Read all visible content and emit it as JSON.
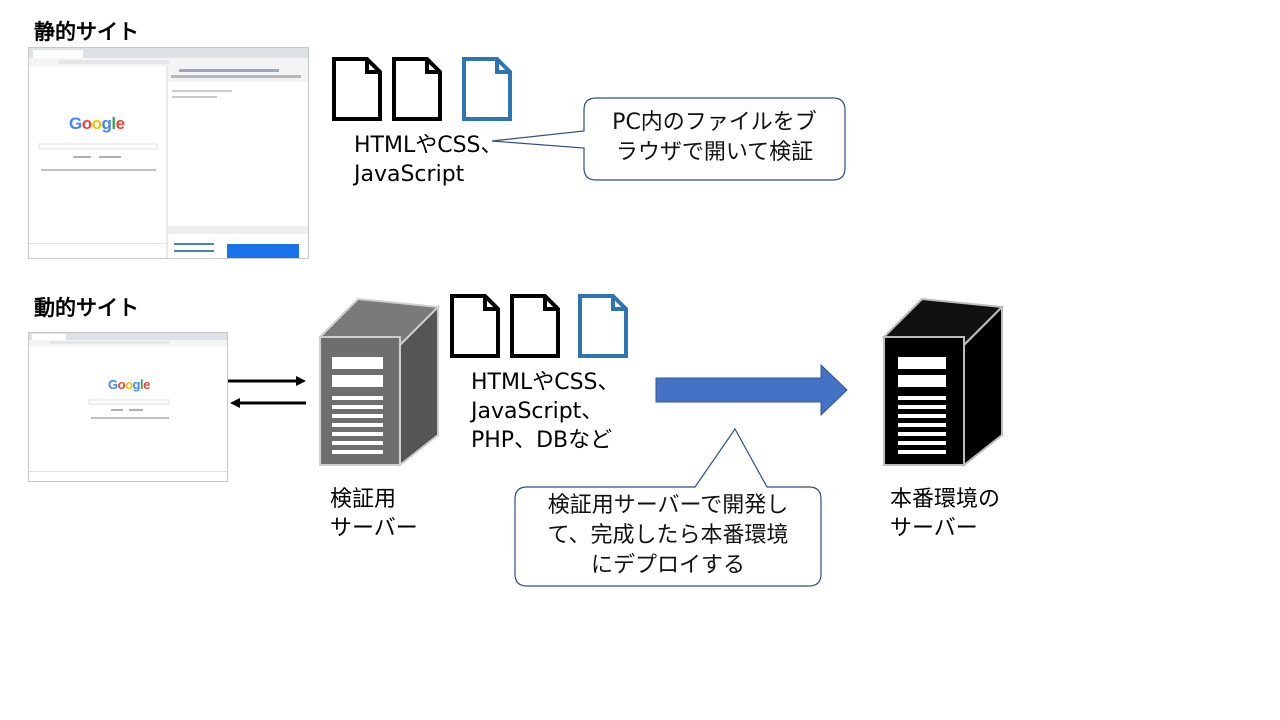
{
  "static_section": {
    "heading": "静的サイト",
    "files_label": "HTMLやCSS、\nJavaScript",
    "callout": "PC内のファイルをブ\nラウザで開いて検証",
    "screenshot": {
      "logo": "Google"
    }
  },
  "dynamic_section": {
    "heading": "動的サイト",
    "files_label": "HTMLやCSS、\nJavaScript、\nPHP、DBなど",
    "dev_server_label": "検証用\nサーバー",
    "prod_server_label": "本番環境の\nサーバー",
    "callout": "検証用サーバーで開発し\nて、完成したら本番環境\nにデプロイする",
    "screenshot": {
      "logo": "Google"
    }
  },
  "colors": {
    "file_outline": "#000000",
    "file_accent": "#2e75b6",
    "arrow_fill": "#4472c4",
    "callout_border": "#2f4f7f",
    "dev_server": "#6e6e6e",
    "prod_server": "#000000"
  }
}
